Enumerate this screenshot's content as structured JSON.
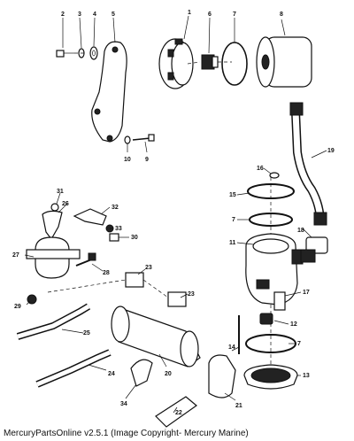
{
  "callouts": [
    "1",
    "2",
    "3",
    "4",
    "5",
    "6",
    "7",
    "8",
    "19",
    "16",
    "15",
    "7",
    "11",
    "18",
    "17",
    "12",
    "7",
    "13",
    "14",
    "31",
    "26",
    "32",
    "33",
    "30",
    "27",
    "28",
    "29",
    "23",
    "23",
    "25",
    "24",
    "20",
    "21",
    "22",
    "34",
    "10",
    "9"
  ],
  "caption": "MercuryPartsOnline v2.5.1 (Image Copyright- Mercury Marine)"
}
